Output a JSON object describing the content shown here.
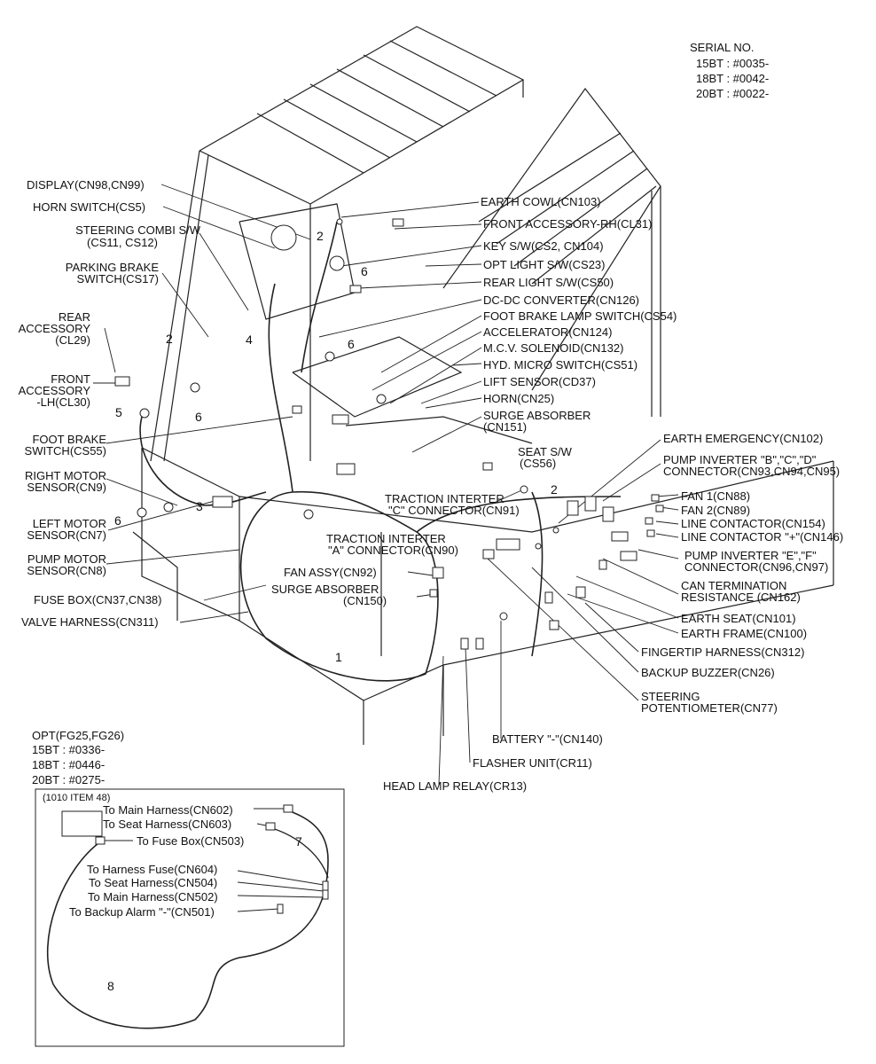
{
  "serial": {
    "title": "SERIAL NO.",
    "l1": "15BT : #0035-",
    "l2": "18BT : #0042-",
    "l3": "20BT : #0022-"
  },
  "opt": {
    "title": "OPT(FG25,FG26)",
    "l1": "15BT : #0336-",
    "l2": "18BT : #0446-",
    "l3": "20BT : #0275-"
  },
  "left": {
    "display": "DISPLAY(CN98,CN99)",
    "horn_switch": "HORN SWITCH(CS5)",
    "steer_combi_1": "STEERING COMBI S/W",
    "steer_combi_2": "(CS11, CS12)",
    "park_1": "PARKING BRAKE",
    "park_2": "SWITCH(CS17)",
    "rear_acc_1": "REAR",
    "rear_acc_2": "ACCESSORY",
    "rear_acc_3": "(CL29)",
    "front_acc_1": "FRONT",
    "front_acc_2": "ACCESSORY",
    "front_acc_3": "-LH(CL30)",
    "foot_brake_1": "FOOT BRAKE",
    "foot_brake_2": "SWITCH(CS55)",
    "right_motor_1": "RIGHT MOTOR",
    "right_motor_2": "SENSOR(CN9)",
    "left_motor_1": "LEFT MOTOR",
    "left_motor_2": "SENSOR(CN7)",
    "pump_motor_1": "PUMP MOTOR",
    "pump_motor_2": "SENSOR(CN8)",
    "fuse_box": "FUSE BOX(CN37,CN38)",
    "valve_harness": "VALVE HARNESS(CN311)"
  },
  "right": {
    "earth_cowl": "EARTH COWL(CN103)",
    "front_acc_rh": "FRONT ACCESSORY-RH(CL31)",
    "key_sw": "KEY S/W(CS2, CN104)",
    "opt_light": "OPT LIGHT S/W(CS23)",
    "rear_light": "REAR LIGHT S/W(CS50)",
    "dcdc": "DC-DC CONVERTER(CN126)",
    "foot_brake_lamp": "FOOT BRAKE LAMP SWITCH(CS54)",
    "accelerator": "ACCELERATOR(CN124)",
    "mcv": "M.C.V. SOLENOID(CN132)",
    "hyd_micro": "HYD. MICRO SWITCH(CS51)",
    "lift_sensor": "LIFT SENSOR(CD37)",
    "horn": "HORN(CN25)",
    "surge_1": "SURGE ABSORBER",
    "surge_2": "(CN151)",
    "earth_emergency": "EARTH EMERGENCY(CN102)",
    "seat_sw_1": "SEAT S/W",
    "seat_sw_2": "(CS56)",
    "pump_bcd_1": "PUMP INVERTER \"B\",\"C\",\"D\"",
    "pump_bcd_2": "CONNECTOR(CN93,CN94,CN95)",
    "fan1": "FAN 1(CN88)",
    "fan2": "FAN 2(CN89)",
    "line_contactor": "LINE CONTACTOR(CN154)",
    "line_contactor_plus": "LINE CONTACTOR \"+\"(CN146)",
    "pump_ef_1": "PUMP INVERTER \"E\",\"F\"",
    "pump_ef_2": "CONNECTOR(CN96,CN97)",
    "can_1": "CAN TERMINATION",
    "can_2": "RESISTANCE (CN162)",
    "earth_seat": "EARTH SEAT(CN101)",
    "earth_frame": "EARTH FRAME(CN100)",
    "fingertip": "FINGERTIP HARNESS(CN312)",
    "backup_buzzer": "BACKUP BUZZER(CN26)",
    "steer_pot_1": "STEERING",
    "steer_pot_2": "POTENTIOMETER(CN77)",
    "battery": "BATTERY \"-\"(CN140)",
    "flasher": "FLASHER UNIT(CR11)",
    "head_lamp": "HEAD LAMP RELAY(CR13)"
  },
  "center": {
    "trac_c_1": "TRACTION INTERTER",
    "trac_c_2": "\"C\" CONNECTOR(CN91)",
    "trac_a_1": "TRACTION INTERTER",
    "trac_a_2": "\"A\" CONNECTOR(CN90)",
    "fan_assy": "FAN ASSY(CN92)",
    "surge150_1": "SURGE ABSORBER",
    "surge150_2": "(CN150)"
  },
  "inset": {
    "item": "(1010 ITEM 48)",
    "main602": "To Main Harness(CN602)",
    "seat603": "To Seat Harness(CN603)",
    "fuse503": "To Fuse Box(CN503)",
    "fuse604": "To Harness Fuse(CN604)",
    "seat504": "To Seat Harness(CN504)",
    "main502": "To Main Harness(CN502)",
    "backup501": "To Backup Alarm \"-\"(CN501)"
  },
  "callouts": [
    "1",
    "2",
    "3",
    "4",
    "5",
    "6",
    "7",
    "8"
  ]
}
